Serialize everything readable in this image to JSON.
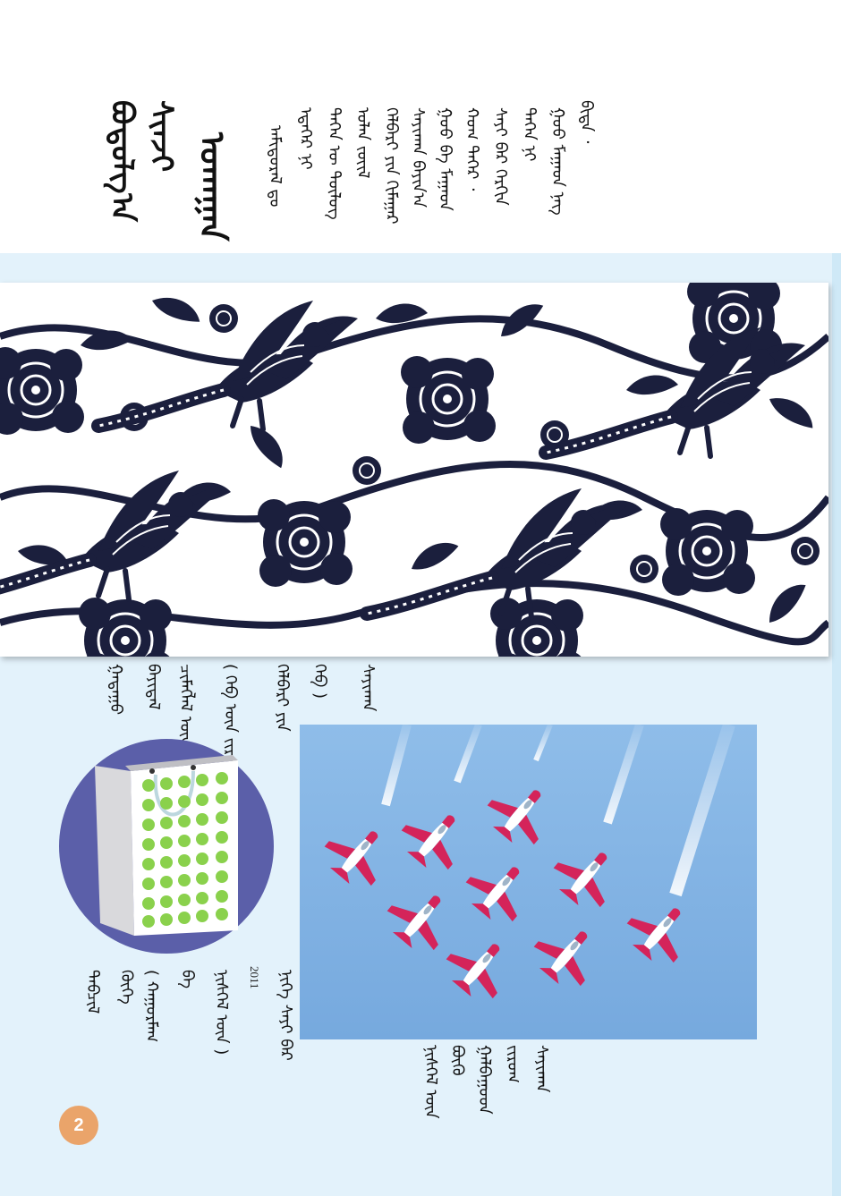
{
  "header": {
    "title_lines": [
      "ᠪᠣᠳᠣᠯᠭ᠎ᠠ",
      "ᠰᠢᠨᠵᠢ",
      "ᠤᠬᠠᠭᠠᠨ"
    ]
  },
  "top_text": {
    "columns": [
      "ᠪᠢᠳᠡ ᠂",
      "ᠭᠤᠤ ᠮᠠᠭᠠᠳ ᠨᠡᠭ",
      "ᠲᠡᠭᠡᠨ ᠨᠢ",
      "ᠰᠠᠶᠢ ᠪᠡᠷ ᠬᠡᠷᠬᠢᠨ",
      "ᠬᠤᠭ ᠲᠡᠬᠡᠷ ᠂",
      "ᠭᠣᠣ ᠪᠠ ᠮᠠᠭᠠᠳ",
      "ᠰᠠᠶᠢᠬᠠᠨ ᠪᠠᠶᠢᠨ᠎ᠠ",
      "ᠬᠡᠯᠪᠡᠷᠢ ᠶᠢᠨ ᠬᠢᠮᠠᠭᠠᠷ",
      "ᠣᠯᠠᠨ ᠵᠦᠢᠯ",
      "ᠲᠡᠭᠡᠨ ᠦ ᠲᠥᠯᠥᠭ",
      "ᠡᠳᠡᠭᠡᠷ ᠨᠢ",
      "ᠠᠮᠢᠳᠤᠷᠠᠯ ᠳᠤ"
    ]
  },
  "middle_text": {
    "columns": [
      "ᠭᠠᠳᠠᠭᠤ",
      "ᠪᠠᠶᠢᠳᠠᠯ",
      "ᠴᠢᠮᠡᠭᠯᠡᠯ ᠦᠨ",
      "( ᠬᠡᠪ ᠦᠨ ᠵᠢᠷᠤᠭ",
      "ᠬᠡᠯᠪᠡᠷᠢ ᠶᠢᠨ",
      "ᠬᠡᠪ )",
      "ᠰᠠᠶᠢᠬᠠᠨ"
    ]
  },
  "bottom_text": {
    "columns": [
      "ᠲᠡᠪᠴᠢᠯ",
      "ᠬᠥᠭᠡ",
      "( ᠬᠠᠭᠤᠷᠮᠠᠭ",
      "ᠪᠠ",
      "ᠨᠢᠰᠬᠡᠯ ᠦᠨ )",
      "ᠨᠢᠭᠡ ᠰᠠᠶᠢ ᠪᠡᠷ"
    ],
    "year": "2011"
  },
  "photo_caption": {
    "columns": [
      "ᠨᠢᠰᠬᠡᠯ ᠦᠨ",
      "ᠪᠦᠬᠦ",
      "ᠭᠠᠯᠪᠠᠭᠤᠳ",
      "ᠵᠢᠷᠤᠭ",
      "ᠰᠠᠶᠢᠬᠠᠨ"
    ]
  },
  "page_number": "2",
  "colors": {
    "blue_bg": "#e3f2fb",
    "navy_pattern": "#1b1f3d",
    "sky": "#7fb1e2",
    "plane_red": "#d4245a",
    "bag_circle": "#5b5fa9",
    "tree_green": "#8ad14c",
    "page_badge": "#eaa46a"
  },
  "icons": [
    "phoenix-peony-pattern",
    "shopping-bag",
    "jet-aircraft"
  ]
}
